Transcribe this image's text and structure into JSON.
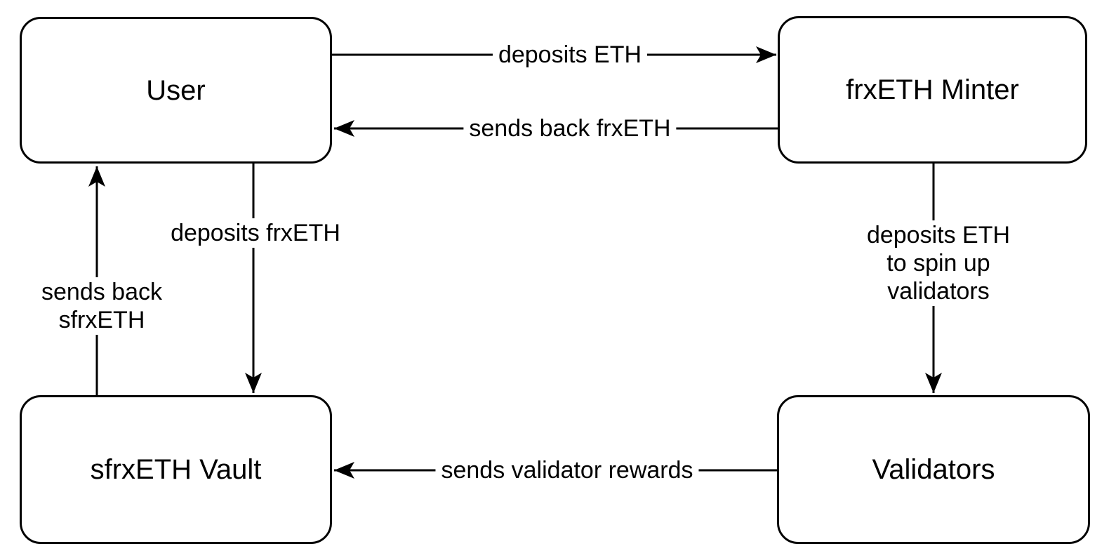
{
  "colors": {
    "background": "#ffffff",
    "stroke": "#000000",
    "text": "#000000"
  },
  "nodes": [
    {
      "id": "user",
      "label": "User"
    },
    {
      "id": "frxeth-minter",
      "label": "frxETH Minter"
    },
    {
      "id": "sfrxeth-vault",
      "label": "sfrxETH Vault"
    },
    {
      "id": "validators",
      "label": "Validators"
    }
  ],
  "edges": [
    {
      "from": "User",
      "to": "frxETH Minter",
      "direction": "right",
      "label": "deposits ETH"
    },
    {
      "from": "frxETH Minter",
      "to": "User",
      "direction": "left",
      "label": "sends back frxETH"
    },
    {
      "from": "User",
      "to": "sfrxETH Vault",
      "direction": "down",
      "label": "deposits frxETH"
    },
    {
      "from": "sfrxETH Vault",
      "to": "User",
      "direction": "up",
      "label": "sends back\nsfrxETH"
    },
    {
      "from": "frxETH Minter",
      "to": "Validators",
      "direction": "down",
      "label": "deposits ETH\nto spin up validators"
    },
    {
      "from": "Validators",
      "to": "sfrxETH Vault",
      "direction": "left",
      "label": "sends validator rewards"
    }
  ]
}
